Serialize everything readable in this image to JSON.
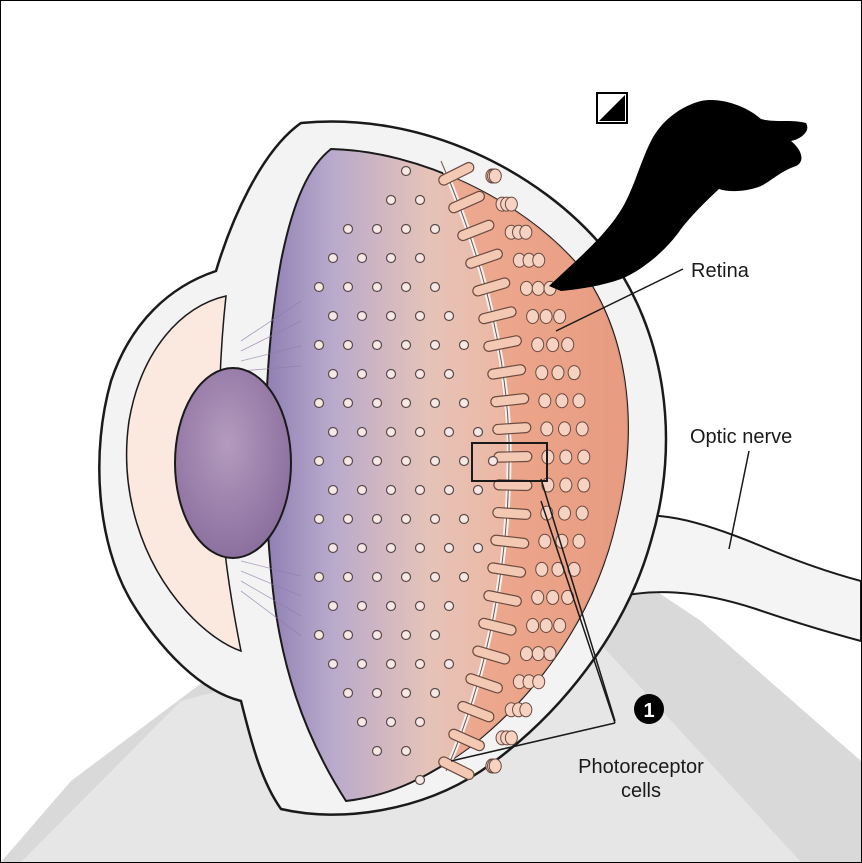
{
  "labels": {
    "retina": "Retina",
    "optic_nerve": "Optic nerve",
    "photoreceptor_line1": "Photoreceptor",
    "photoreceptor_line2": "cells",
    "step_number": "1"
  },
  "colors": {
    "outline": "#1a1a1a",
    "sclera": "#f2f2f2",
    "lens": "#9a7aa6",
    "vitreous_purple": "#b7a6c9",
    "retina_orange": "#e9a184",
    "cornea": "#fbe9e0",
    "shadow": "#dcdcdc",
    "bird": "#000000"
  },
  "icons": {
    "bird": "bird-silhouette-icon",
    "contrast": "contrast-box-icon",
    "number_badge": "number-badge-icon"
  }
}
